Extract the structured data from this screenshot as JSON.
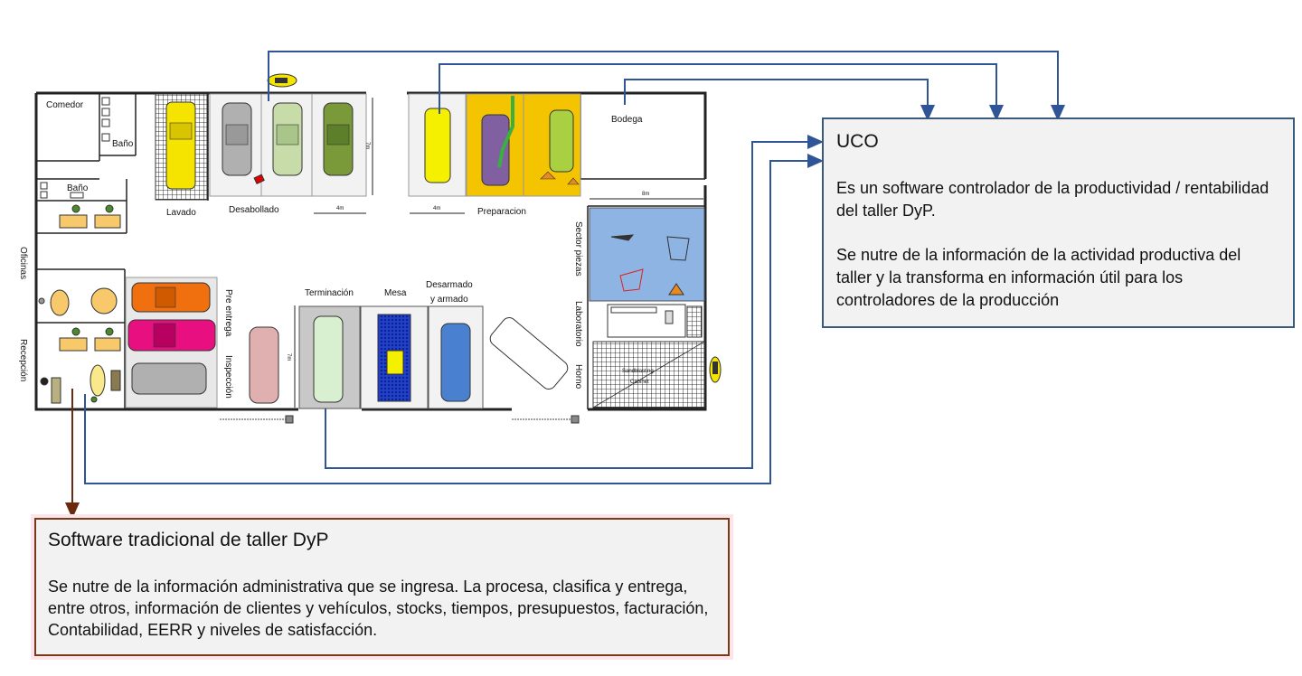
{
  "floorplan": {
    "rooms": {
      "comedor": "Comedor",
      "bano1": "Baño",
      "bano2": "Baño",
      "lavado": "Lavado",
      "desabollado": "Desabollado",
      "preparacion": "Preparacion",
      "bodega": "Bodega",
      "sector_piezas": "Sector piezas",
      "laboratorio": "Laboratorio",
      "horno": "Horno",
      "oficinas": "Oficinas",
      "recepcion": "Recepción",
      "pre_entrega": "Pre entrega",
      "inspeccion": "Inspección",
      "terminacion": "Terminación",
      "mesa": "Mesa",
      "desarmado_line1": "Desarmado",
      "desarmado_line2": "y armado",
      "sandblasting_line1": "Sandblasting",
      "sandblasting_line2": "Cabinet"
    },
    "dimensions": {
      "d_7m_a": "7m",
      "d_4m_a": "4m",
      "d_4m_b": "4m",
      "d_8m": "8m",
      "d_7m_b": "7m"
    },
    "colors": {
      "uco_arrows": "#2f5597",
      "trad_arrow": "#6b2a10",
      "lavado_car": "#f5e400",
      "prep_bg": "#f5c400",
      "piezas_bg": "#8eb4e3"
    }
  },
  "uco": {
    "title": "UCO",
    "paragraph1": "Es un software controlador de la productividad / rentabilidad del taller DyP.",
    "paragraph2": "Se nutre de la información de la actividad productiva del taller y la transforma en información útil para los controladores de la producción"
  },
  "traditional": {
    "title": "Software tradicional de taller DyP",
    "paragraph": "Se nutre de la información administrativa que se ingresa. La procesa, clasifica y entrega, entre otros, información de clientes y vehículos, stocks, tiempos, presupuestos, facturación, Contabilidad, EERR y niveles de satisfacción."
  }
}
